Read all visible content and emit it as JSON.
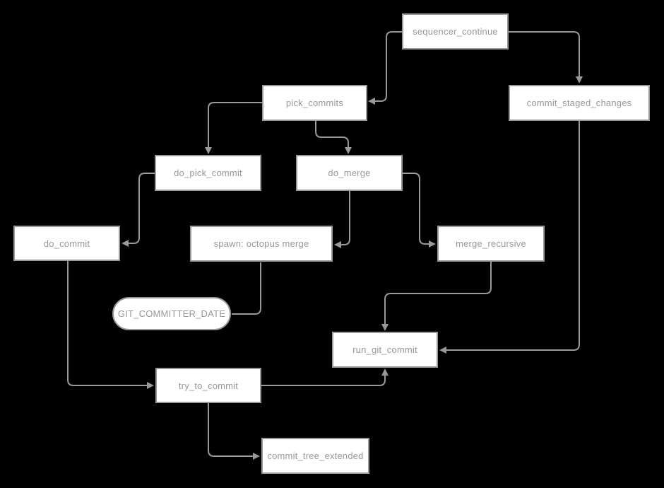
{
  "diagram": {
    "type": "flowchart-call-graph",
    "background_color": "#000000",
    "node_fill_color": "#ffffff",
    "stroke_color": "#999999",
    "text_color": "#989898",
    "nodes": [
      {
        "id": "sequencer_continue",
        "label": "sequencer_continue",
        "shape": "box"
      },
      {
        "id": "pick_commits",
        "label": "pick_commits",
        "shape": "box"
      },
      {
        "id": "commit_staged_changes",
        "label": "commit_staged_changes",
        "shape": "box"
      },
      {
        "id": "do_pick_commit",
        "label": "do_pick_commit",
        "shape": "box"
      },
      {
        "id": "do_merge",
        "label": "do_merge",
        "shape": "box"
      },
      {
        "id": "do_commit",
        "label": "do_commit",
        "shape": "box"
      },
      {
        "id": "spawn_octopus_merge",
        "label": "spawn: octopus merge",
        "shape": "box"
      },
      {
        "id": "merge_recursive",
        "label": "merge_recursive",
        "shape": "box"
      },
      {
        "id": "git_committer_date",
        "label": "GIT_COMMITTER_DATE",
        "shape": "stadium"
      },
      {
        "id": "run_git_commit",
        "label": "run_git_commit",
        "shape": "box"
      },
      {
        "id": "try_to_commit",
        "label": "try_to_commit",
        "shape": "box"
      },
      {
        "id": "commit_tree_extended",
        "label": "commit_tree_extended",
        "shape": "box"
      }
    ],
    "edges": [
      {
        "from": "sequencer_continue",
        "to": "pick_commits",
        "directed": true
      },
      {
        "from": "sequencer_continue",
        "to": "commit_staged_changes",
        "directed": true
      },
      {
        "from": "pick_commits",
        "to": "do_pick_commit",
        "directed": true
      },
      {
        "from": "pick_commits",
        "to": "do_merge",
        "directed": true
      },
      {
        "from": "do_pick_commit",
        "to": "do_commit",
        "directed": true
      },
      {
        "from": "do_merge",
        "to": "spawn_octopus_merge",
        "directed": true
      },
      {
        "from": "do_merge",
        "to": "merge_recursive",
        "directed": true
      },
      {
        "from": "spawn_octopus_merge",
        "to": "git_committer_date",
        "directed": false
      },
      {
        "from": "merge_recursive",
        "to": "run_git_commit",
        "directed": true
      },
      {
        "from": "commit_staged_changes",
        "to": "run_git_commit",
        "directed": true
      },
      {
        "from": "do_commit",
        "to": "try_to_commit",
        "directed": true
      },
      {
        "from": "try_to_commit",
        "to": "run_git_commit",
        "directed": true
      },
      {
        "from": "try_to_commit",
        "to": "commit_tree_extended",
        "directed": true
      }
    ]
  }
}
